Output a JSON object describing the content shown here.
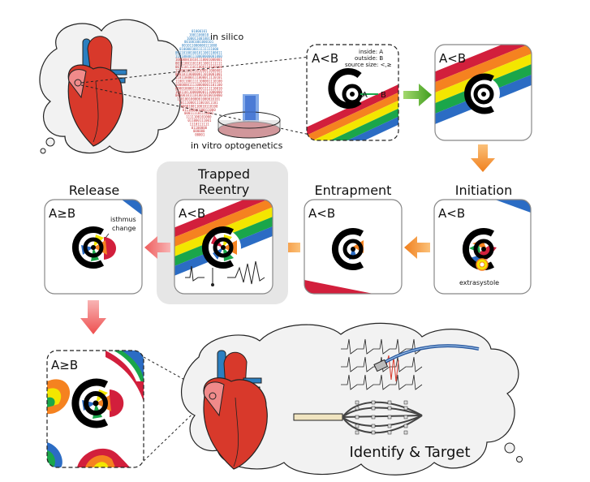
{
  "labels": {
    "in_silico": "in silico",
    "in_vitro": "in vitro optogenetics",
    "release": "Release",
    "trapped_line1": "Trapped",
    "trapped_line2": "Reentry",
    "entrapment": "Entrapment",
    "initiation": "Initiation",
    "identify": "Identify & Target",
    "isthmus_line1": "isthmus",
    "isthmus_line2": "change",
    "extrasystole": "extrasystole",
    "legend_inside": "inside: A",
    "legend_outside": "outside: B",
    "legend_source": "source size: <,≥",
    "a_marker": "A",
    "b_marker": "B"
  },
  "panels": {
    "setup": "A<B",
    "setup_result": "A<B",
    "initiation": "A<B",
    "entrapment": "A<B",
    "trapped": "A<B",
    "release": "A≥B",
    "zoom": "A≥B"
  },
  "colors": {
    "stripes": [
      "#d21f3c",
      "#f58220",
      "#f3e600",
      "#1aa64a",
      "#2b6cc4"
    ],
    "arrow_green": "#5cb82e",
    "arrow_orange": "#f07f1d",
    "arrow_red": "#ef5b5b",
    "heart_red": "#d8392b",
    "heart_blue": "#2c7fc0",
    "trapped_bg": "#e6e6e6"
  }
}
